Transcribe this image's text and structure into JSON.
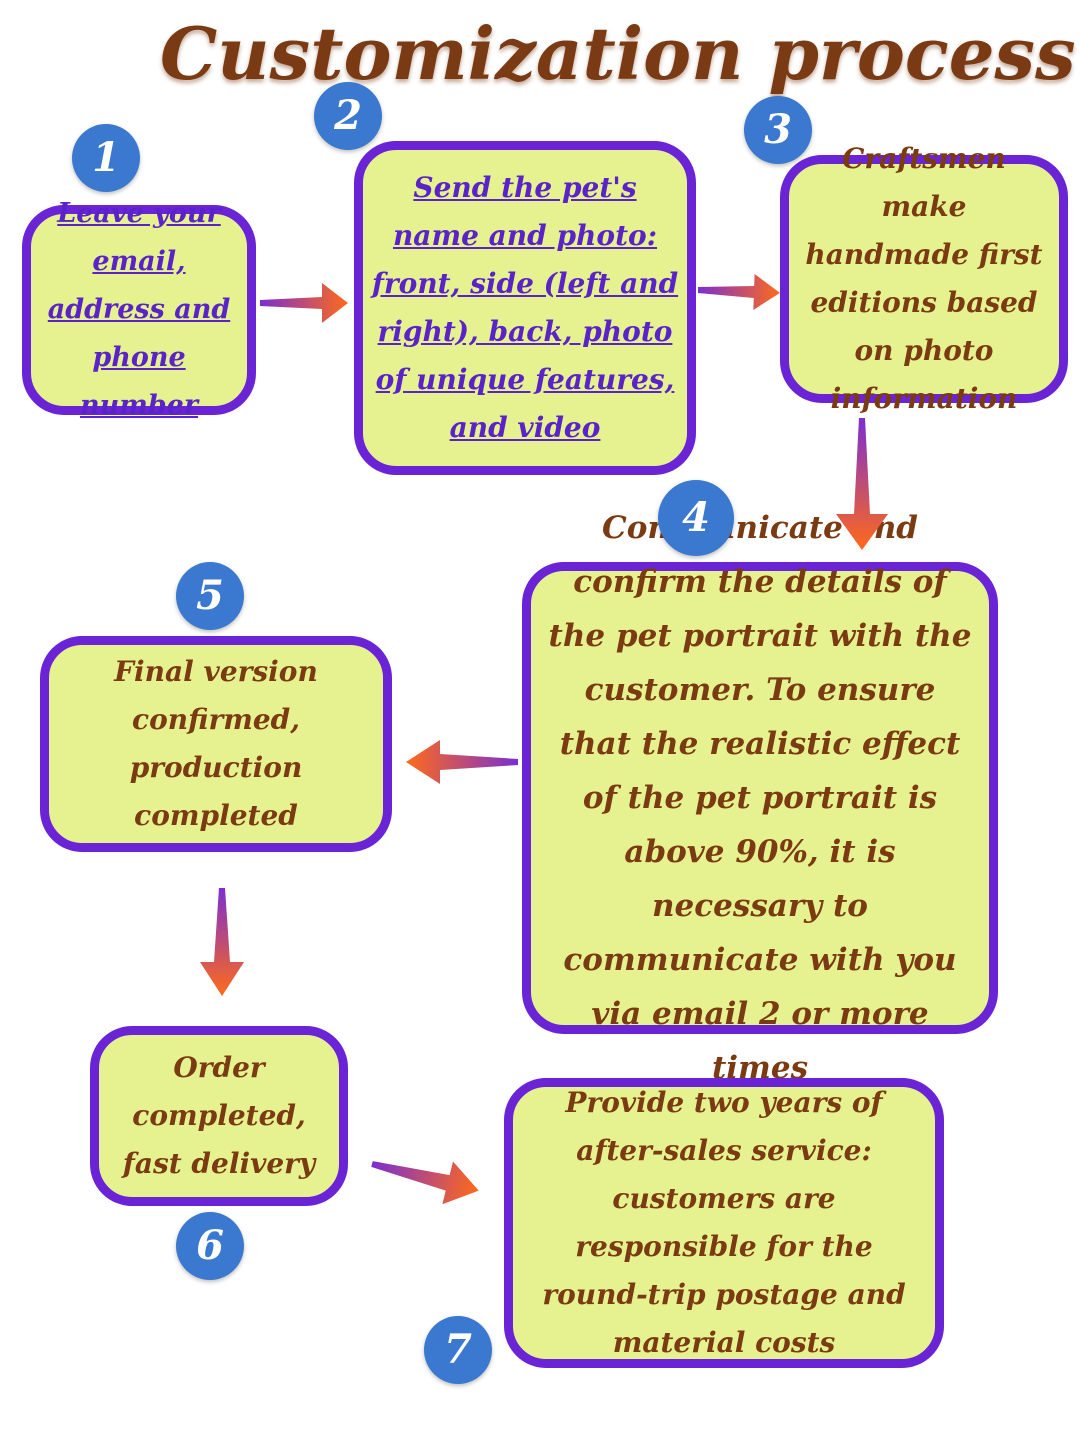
{
  "title": "Customization process",
  "steps": [
    {
      "number": "1",
      "text": "Leave your email, address and phone number"
    },
    {
      "number": "2",
      "text": "Send the pet's name and photo: front, side (left and right), back, photo of unique features, and video"
    },
    {
      "number": "3",
      "text": "Craftsmen make handmade first editions based on photo information"
    },
    {
      "number": "4",
      "text": "Communicate and confirm the details of the pet portrait with the customer. To ensure that the realistic effect of the pet portrait is above 90%, it is necessary to communicate with you via email 2 or more times"
    },
    {
      "number": "5",
      "text": "Final version confirmed, production completed"
    },
    {
      "number": "6",
      "text": "Order completed, fast delivery"
    },
    {
      "number": "7",
      "text": "Provide two years of after-sales service: customers are responsible for the round-trip postage and material costs"
    }
  ],
  "colors": {
    "box_fill": "#e6f28f",
    "box_border": "#6a24d6",
    "badge": "#3b78cf",
    "text": "#7a3a12",
    "link_text": "#5a23c9",
    "title": "#7a3a14",
    "arrow_start": "#7b2fd0",
    "arrow_end": "#ff6a1a"
  }
}
